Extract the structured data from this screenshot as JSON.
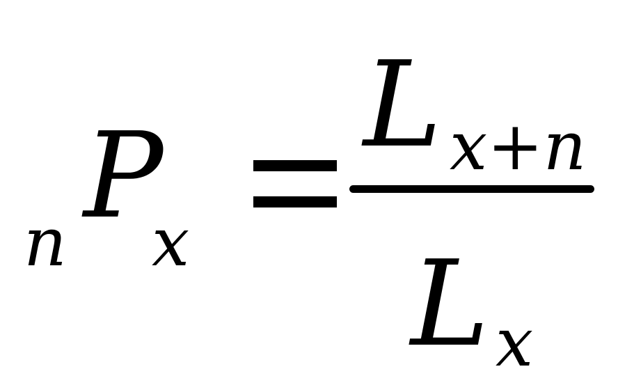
{
  "formula": {
    "left_prescript": "n",
    "left_symbol": "P",
    "left_subscript": "x",
    "numerator": {
      "symbol": "L",
      "subscript": "x+n"
    },
    "denominator": {
      "symbol": "L",
      "subscript": "x"
    }
  }
}
